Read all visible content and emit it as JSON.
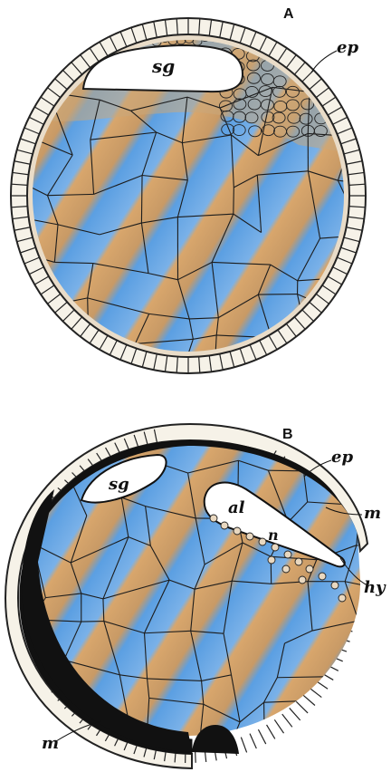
{
  "figure_a": {
    "panel_label": "A",
    "labels": {
      "sg": "sg",
      "ep": "ep"
    }
  },
  "figure_b": {
    "panel_label": "B",
    "labels": {
      "sg": "sg",
      "ep": "ep",
      "al": "al",
      "n": "n",
      "m_right": "m",
      "hy": "hy",
      "m_bottom": "m"
    }
  },
  "colors": {
    "blue": "#5a9ee0",
    "orange": "#d9a46a",
    "mesoderm": "#111111",
    "epidermis": "#f4f0e6"
  }
}
